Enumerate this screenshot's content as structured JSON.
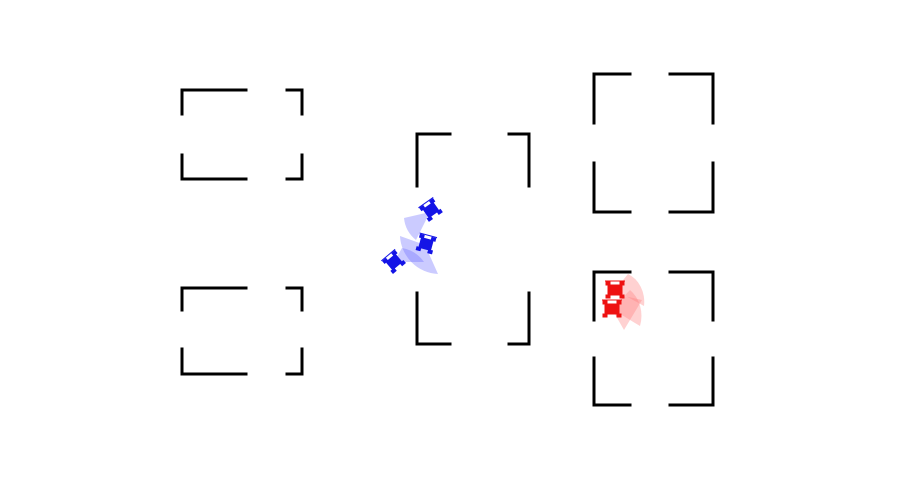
{
  "scene": {
    "background": "#ffffff",
    "wall_color": "#000000",
    "rooms": [
      {
        "id": "room-top-left"
      },
      {
        "id": "room-bottom-left"
      },
      {
        "id": "room-center"
      },
      {
        "id": "room-top-right"
      },
      {
        "id": "room-bottom-right"
      }
    ],
    "teams": [
      {
        "name": "blue-team",
        "color": "#1010e0",
        "fov_color": "#8080ff",
        "robots": 3
      },
      {
        "name": "red-team",
        "color": "#ee1111",
        "fov_color": "#ff9999",
        "robots": 2
      }
    ]
  }
}
